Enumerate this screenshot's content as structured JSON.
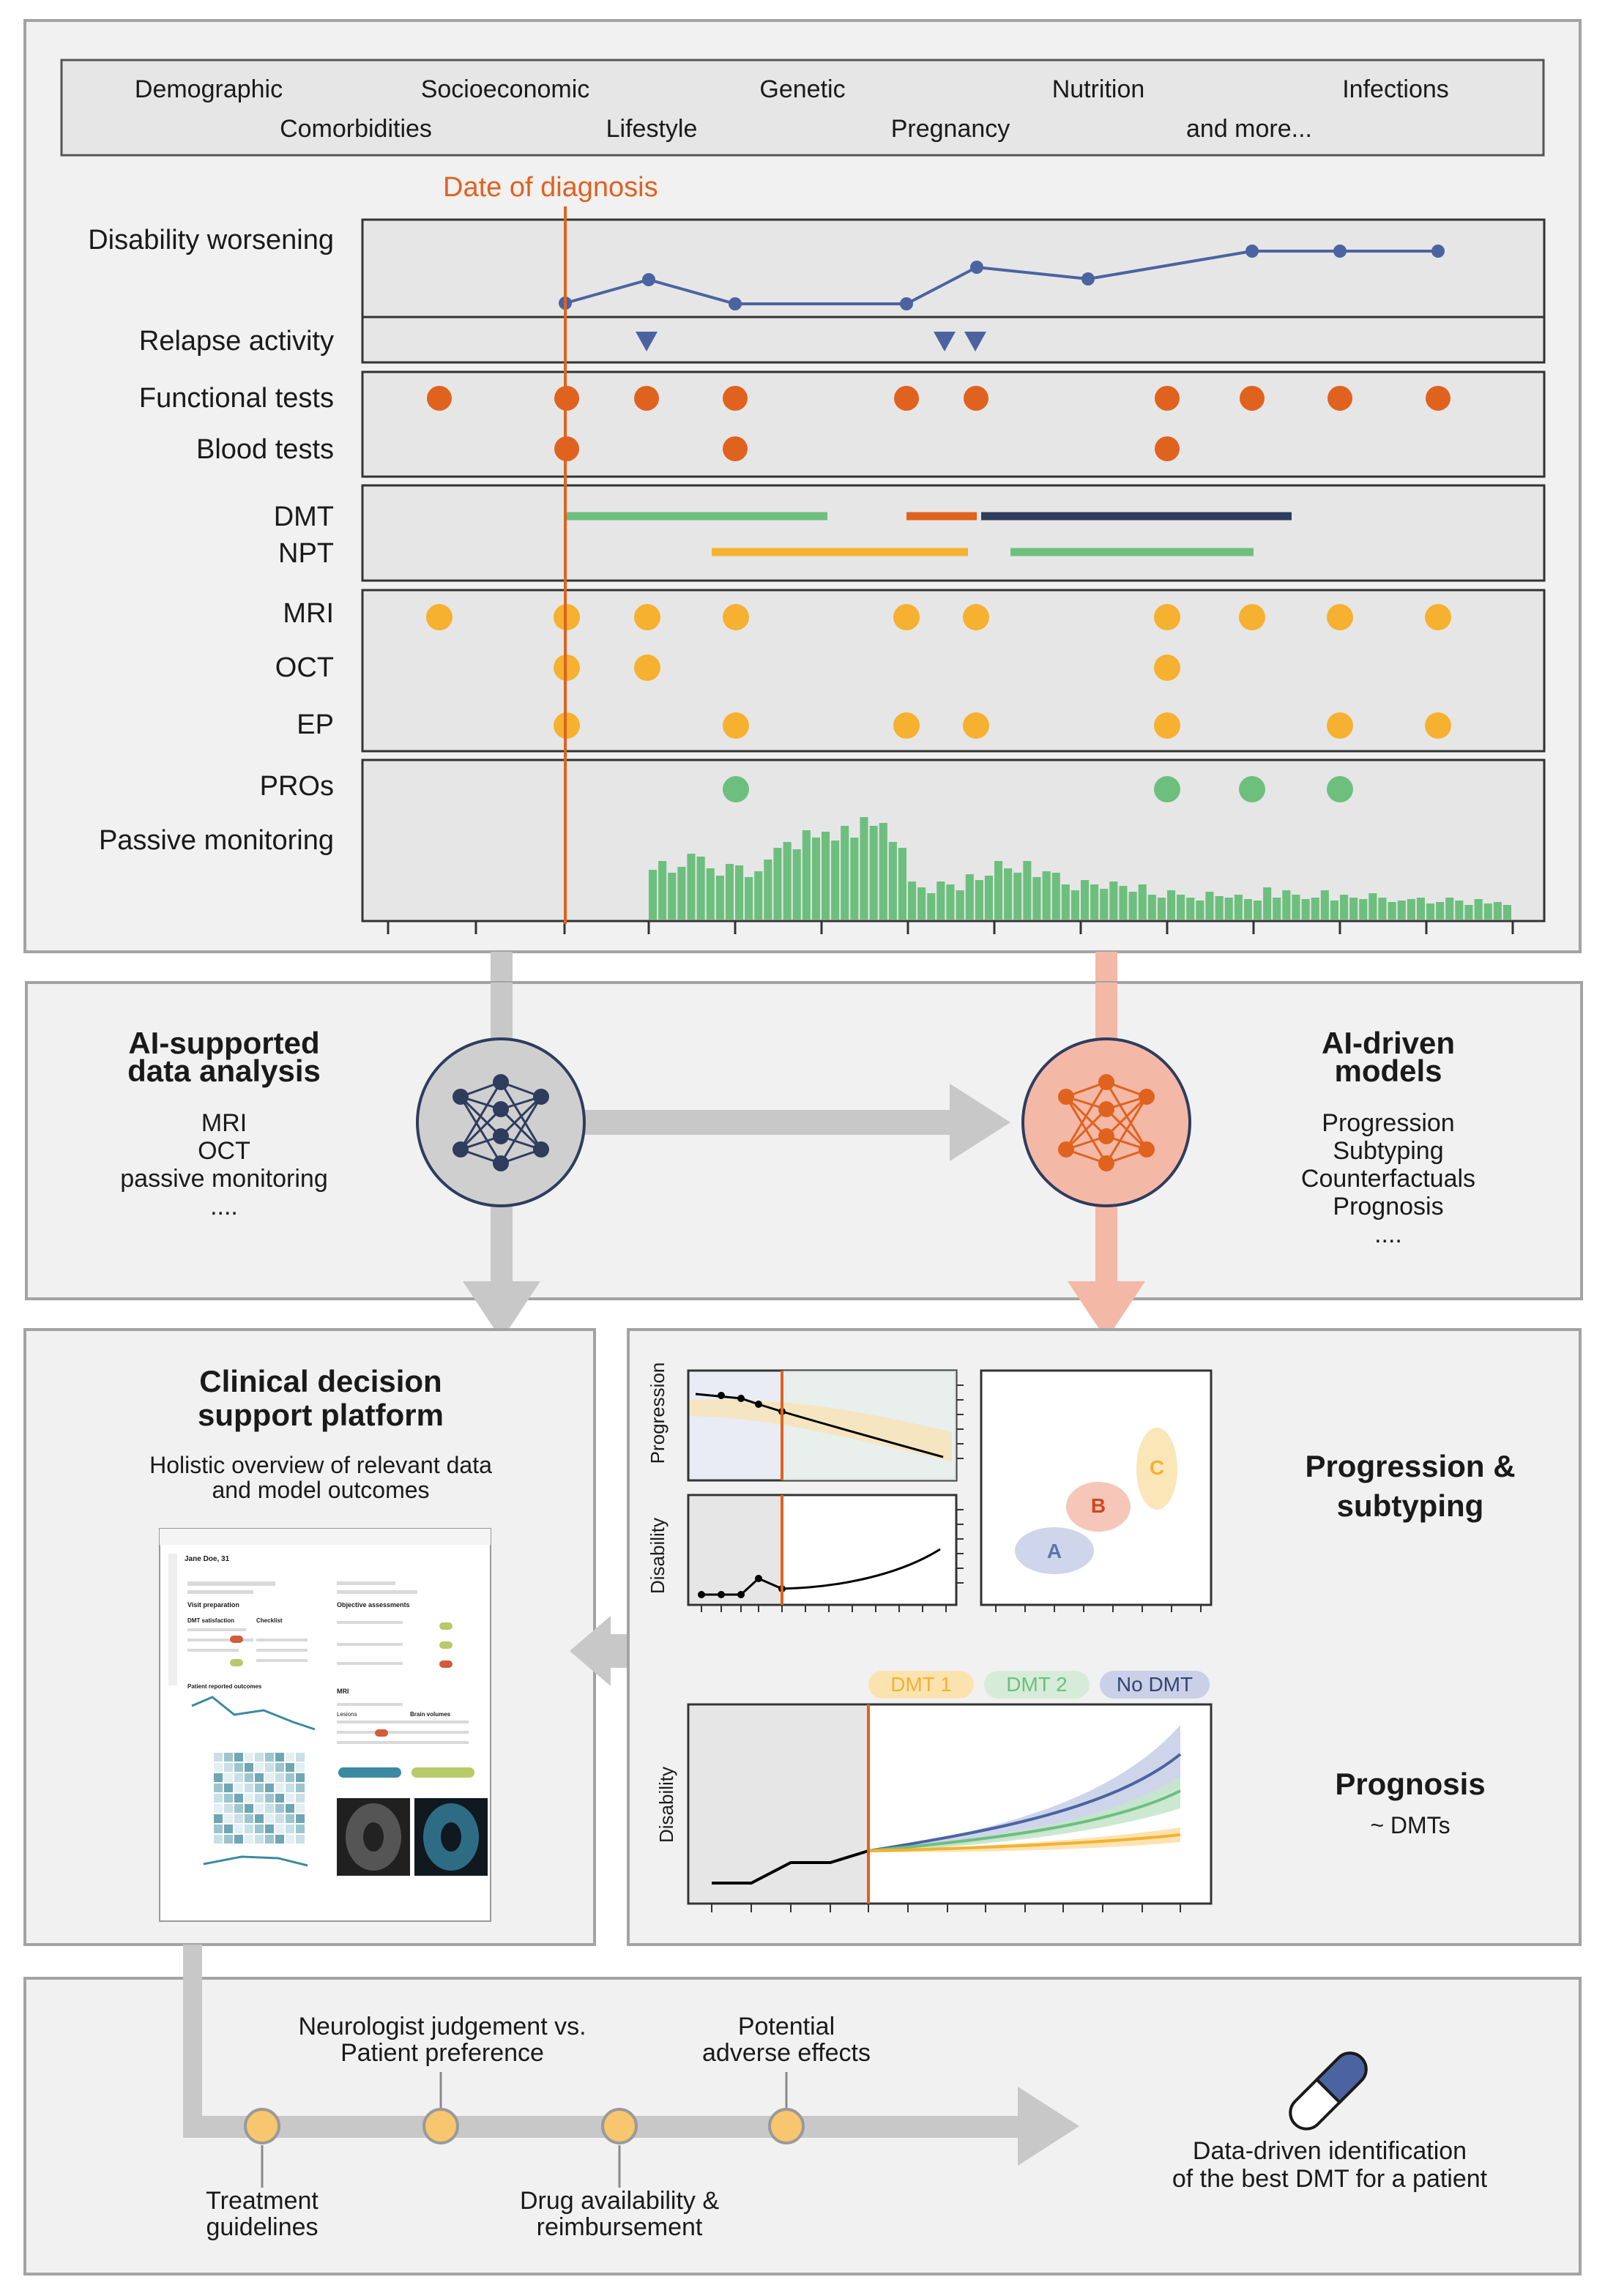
{
  "factors": {
    "row1": [
      "Demographic",
      "Socioeconomic",
      "Genetic",
      "Nutrition",
      "Infections"
    ],
    "row2": [
      "Comorbidities",
      "Lifestyle",
      "Pregnancy",
      "and more..."
    ]
  },
  "timeline": {
    "diagnosis_label": "Date of diagnosis",
    "rows": {
      "disability": "Disability worsening",
      "relapse": "Relapse activity",
      "functional": "Functional tests",
      "blood": "Blood tests",
      "dmt": "DMT",
      "npt": "NPT",
      "mri": "MRI",
      "oct": "OCT",
      "ep": "EP",
      "pros": "PROs",
      "passive": "Passive monitoring"
    }
  },
  "analysis": {
    "title_line1": "AI-supported",
    "title_line2": "data analysis",
    "items": [
      "MRI",
      "OCT",
      "passive monitoring",
      "...."
    ]
  },
  "models": {
    "title_line1": "AI-driven",
    "title_line2": "models",
    "items": [
      "Progression",
      "Subtyping",
      "Counterfactuals",
      "Prognosis",
      "...."
    ]
  },
  "cdsp": {
    "title_line1": "Clinical decision",
    "title_line2": "support platform",
    "subtitle_line1": "Holistic overview of relevant data",
    "subtitle_line2": "and model outcomes",
    "screen": {
      "patient": "Jane Doe, 31",
      "visit_prep": "Visit preparation",
      "objective": "Objective assessments",
      "dmt_satisfaction": "DMT satisfaction",
      "checklist": "Checklist",
      "pro_outcomes": "Patient reported outcomes",
      "mri": "MRI",
      "lesions": "Lesions",
      "brain_volumes": "Brain volumes"
    }
  },
  "progression": {
    "title_line1": "Progression &",
    "title_line2": "subtyping",
    "ylabel_top": "Progression",
    "ylabel_bottom": "Disability",
    "clusters": [
      "A",
      "B",
      "C"
    ]
  },
  "prognosis": {
    "title": "Prognosis",
    "subtitle": "~ DMTs",
    "ylabel": "Disability",
    "legend": [
      "DMT 1",
      "DMT 2",
      "No DMT"
    ]
  },
  "decision": {
    "top_labels": [
      {
        "line1": "Neurologist judgement vs.",
        "line2": "Patient preference"
      },
      {
        "line1": "Potential",
        "line2": "adverse effects"
      }
    ],
    "bottom_labels": [
      {
        "line1": "Treatment",
        "line2": "guidelines"
      },
      {
        "line1": "Drug availability &",
        "line2": "reimbursement"
      }
    ],
    "outcome_line1": "Data-driven identification",
    "outcome_line2": "of the best DMT for a patient"
  },
  "colors": {
    "orange": "#e0621f",
    "yellow": "#f5b12f",
    "green": "#6dbf7e",
    "navy": "#2e3c5e",
    "blue": "#4b63a0",
    "pink": "#f4b8a6",
    "panel": "#f1f1f1",
    "cell": "#e6e6e6",
    "border": "#a3a3a3"
  }
}
